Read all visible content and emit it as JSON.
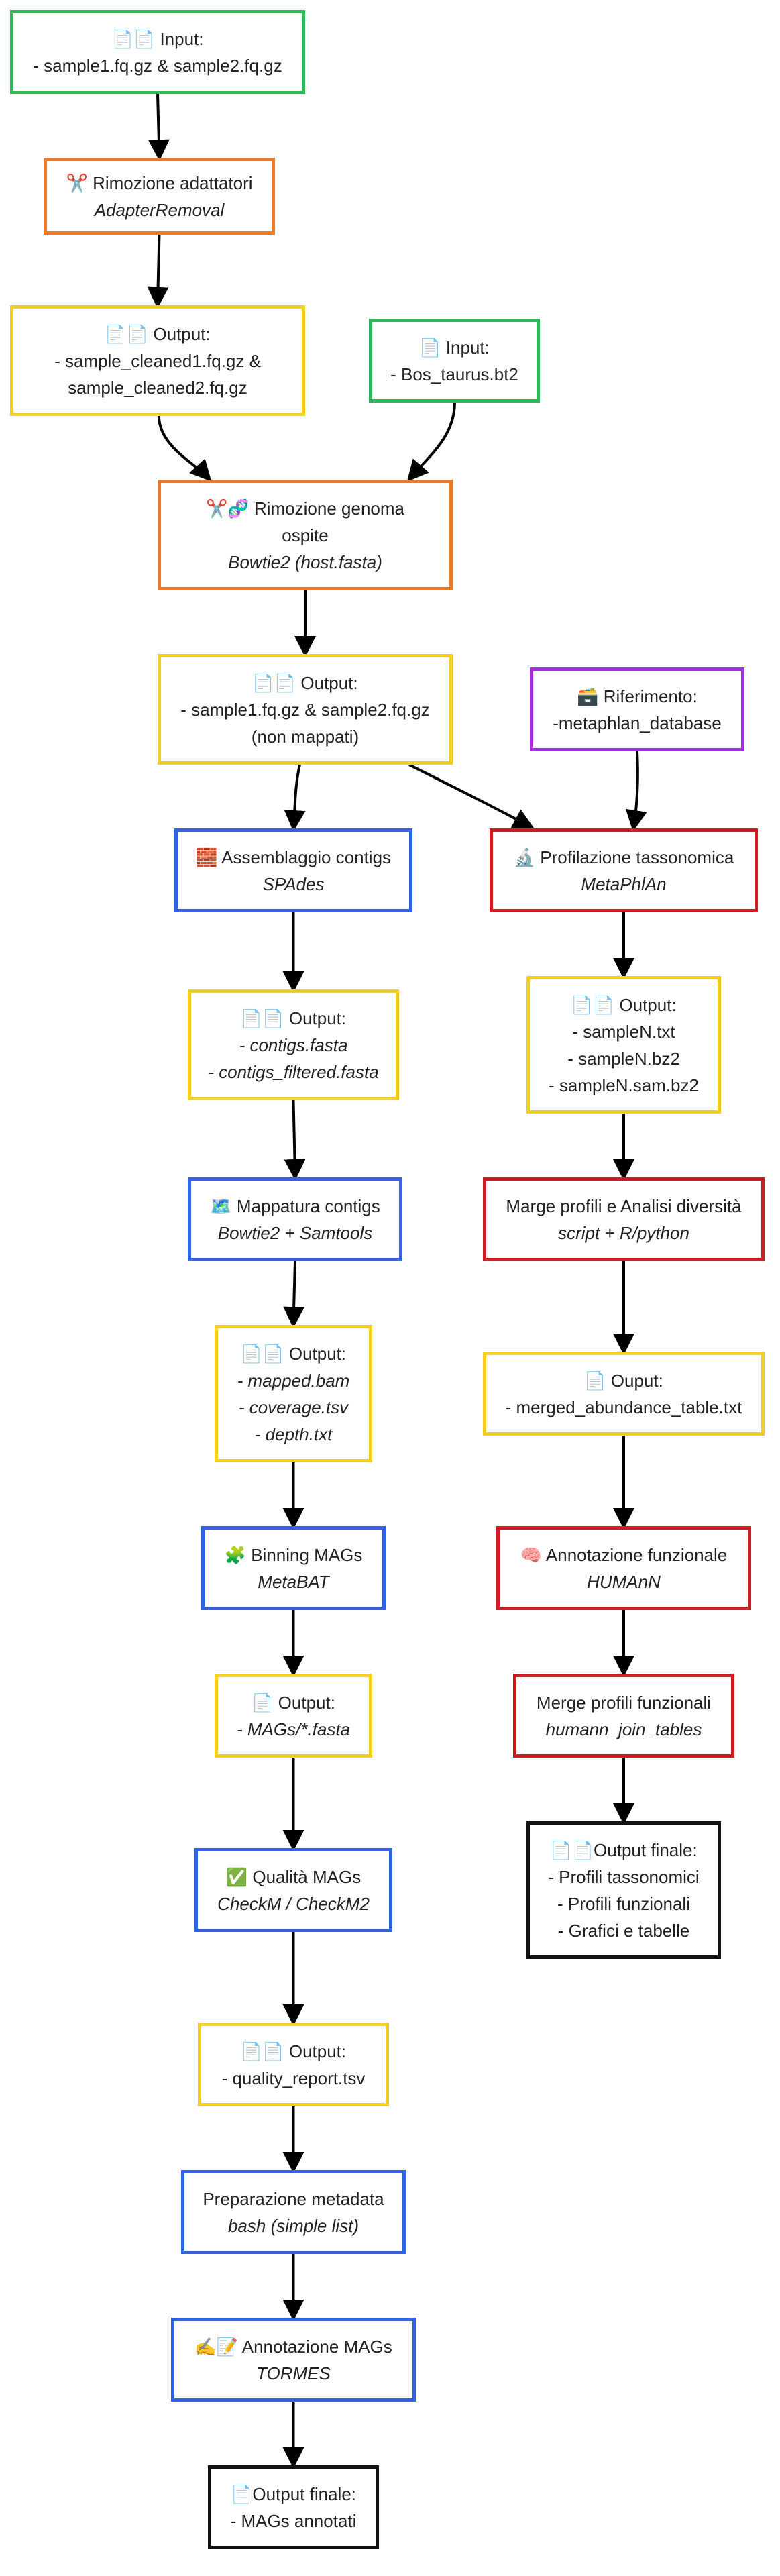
{
  "nodes": [
    {
      "id": "input1",
      "color": "green",
      "lines": [
        {
          "t": "📄📄 Input:"
        },
        {
          "t": "- sample1.fq.gz & sample2.fq.gz"
        }
      ]
    },
    {
      "id": "adapter",
      "color": "orange",
      "lines": [
        {
          "t": "✂️ Rimozione adattatori"
        },
        {
          "t": "AdapterRemoval",
          "em": true
        }
      ]
    },
    {
      "id": "out_cleaned",
      "color": "yellow",
      "lines": [
        {
          "t": "📄📄 Output:"
        },
        {
          "t": "- sample_cleaned1.fq.gz &"
        },
        {
          "t": "sample_cleaned2.fq.gz"
        }
      ]
    },
    {
      "id": "input_host",
      "color": "green",
      "lines": [
        {
          "t": "📄 Input:"
        },
        {
          "t": "- Bos_taurus.bt2"
        }
      ]
    },
    {
      "id": "host",
      "color": "orange",
      "lines": [
        {
          "t": "✂️🧬 Rimozione genoma"
        },
        {
          "t": "ospite"
        },
        {
          "t": "Bowtie2 (host.fasta)",
          "em": true
        }
      ]
    },
    {
      "id": "out_unmapped",
      "color": "yellow",
      "lines": [
        {
          "t": "📄📄 Output:"
        },
        {
          "t": "- sample1.fq.gz & sample2.fq.gz"
        },
        {
          "t": "(non mappati)"
        }
      ]
    },
    {
      "id": "ref",
      "color": "purple",
      "lines": [
        {
          "t": "🗃️ Riferimento:"
        },
        {
          "t": "-metaphlan_database"
        }
      ]
    },
    {
      "id": "assembly",
      "color": "blue",
      "lines": [
        {
          "t": "🧱 Assemblaggio contigs"
        },
        {
          "t": "SPAdes",
          "em": true
        }
      ]
    },
    {
      "id": "profiling",
      "color": "red",
      "lines": [
        {
          "t": "🔬 Profilazione tassonomica"
        },
        {
          "t": "MetaPhlAn",
          "em": true
        }
      ]
    },
    {
      "id": "out_contigs",
      "color": "yellow",
      "lines": [
        {
          "t": "📄📄 Output:"
        },
        {
          "t": "- contigs.fasta",
          "em": true
        },
        {
          "t": "- contigs_filtered.fasta",
          "em": true
        }
      ]
    },
    {
      "id": "out_sample",
      "color": "yellow",
      "lines": [
        {
          "t": "📄📄 Output:"
        },
        {
          "t": "- sampleN.txt"
        },
        {
          "t": "- sampleN.bz2"
        },
        {
          "t": "- sampleN.sam.bz2"
        }
      ]
    },
    {
      "id": "mapping",
      "color": "blue",
      "lines": [
        {
          "t": "🗺️ Mappatura contigs"
        },
        {
          "t": "Bowtie2 + Samtools",
          "em": true
        }
      ]
    },
    {
      "id": "merge_div",
      "color": "red",
      "lines": [
        {
          "t": "Marge profili e Analisi diversità"
        },
        {
          "t": "script + R/python",
          "em": true
        }
      ]
    },
    {
      "id": "out_mapped",
      "color": "yellow",
      "lines": [
        {
          "t": "📄📄 Output:"
        },
        {
          "t": "- mapped.bam",
          "em": true
        },
        {
          "t": "- coverage.tsv",
          "em": true
        },
        {
          "t": "- depth.txt",
          "em": true
        }
      ]
    },
    {
      "id": "out_merged",
      "color": "yellow",
      "lines": [
        {
          "t": "📄 Ouput:"
        },
        {
          "t": "- merged_abundance_table.txt"
        }
      ]
    },
    {
      "id": "binning",
      "color": "blue",
      "lines": [
        {
          "t": "🧩 Binning MAGs"
        },
        {
          "t": "MetaBAT",
          "em": true
        }
      ]
    },
    {
      "id": "func_annot",
      "color": "red",
      "lines": [
        {
          "t": "🧠 Annotazione funzionale"
        },
        {
          "t": "HUMAnN",
          "em": true
        }
      ]
    },
    {
      "id": "out_mags",
      "color": "yellow",
      "lines": [
        {
          "t": "📄 Output:"
        },
        {
          "t": "- MAGs/*.fasta",
          "em": true
        }
      ]
    },
    {
      "id": "merge_func",
      "color": "red",
      "lines": [
        {
          "t": "Merge profili funzionali"
        },
        {
          "t": "humann_join_tables",
          "em": true
        }
      ]
    },
    {
      "id": "final_right",
      "color": "black",
      "lines": [
        {
          "t": "📄📄Output finale:"
        },
        {
          "t": "- Profili tassonomici"
        },
        {
          "t": "- Profili funzionali"
        },
        {
          "t": "- Grafici e tabelle"
        }
      ]
    },
    {
      "id": "quality",
      "color": "blue",
      "lines": [
        {
          "t": "✅ Qualità MAGs"
        },
        {
          "t": "CheckM / CheckM2",
          "em": true
        }
      ]
    },
    {
      "id": "out_quality",
      "color": "yellow",
      "lines": [
        {
          "t": "📄📄 Output:"
        },
        {
          "t": "- quality_report.tsv"
        }
      ]
    },
    {
      "id": "metadata",
      "color": "blue",
      "lines": [
        {
          "t": "Preparazione metadata"
        },
        {
          "t": "bash (simple list)",
          "em": true
        }
      ]
    },
    {
      "id": "annot_mags",
      "color": "blue",
      "lines": [
        {
          "t": "✍️📝 Annotazione MAGs"
        },
        {
          "t": "TORMES",
          "em": true
        }
      ]
    },
    {
      "id": "final_left",
      "color": "black",
      "lines": [
        {
          "t": "📄Output finale:"
        },
        {
          "t": "- MAGs annotati"
        }
      ]
    }
  ],
  "edges": [
    [
      "input1",
      "adapter"
    ],
    [
      "adapter",
      "out_cleaned"
    ],
    [
      "out_cleaned",
      "host"
    ],
    [
      "input_host",
      "host"
    ],
    [
      "host",
      "out_unmapped"
    ],
    [
      "out_unmapped",
      "assembly"
    ],
    [
      "out_unmapped",
      "profiling"
    ],
    [
      "ref",
      "profiling"
    ],
    [
      "assembly",
      "out_contigs"
    ],
    [
      "out_contigs",
      "mapping"
    ],
    [
      "mapping",
      "out_mapped"
    ],
    [
      "out_mapped",
      "binning"
    ],
    [
      "binning",
      "out_mags"
    ],
    [
      "out_mags",
      "quality"
    ],
    [
      "quality",
      "out_quality"
    ],
    [
      "out_quality",
      "metadata"
    ],
    [
      "metadata",
      "annot_mags"
    ],
    [
      "annot_mags",
      "final_left"
    ],
    [
      "profiling",
      "out_sample"
    ],
    [
      "out_sample",
      "merge_div"
    ],
    [
      "merge_div",
      "out_merged"
    ],
    [
      "out_merged",
      "func_annot"
    ],
    [
      "func_annot",
      "merge_func"
    ],
    [
      "merge_func",
      "final_right"
    ]
  ]
}
